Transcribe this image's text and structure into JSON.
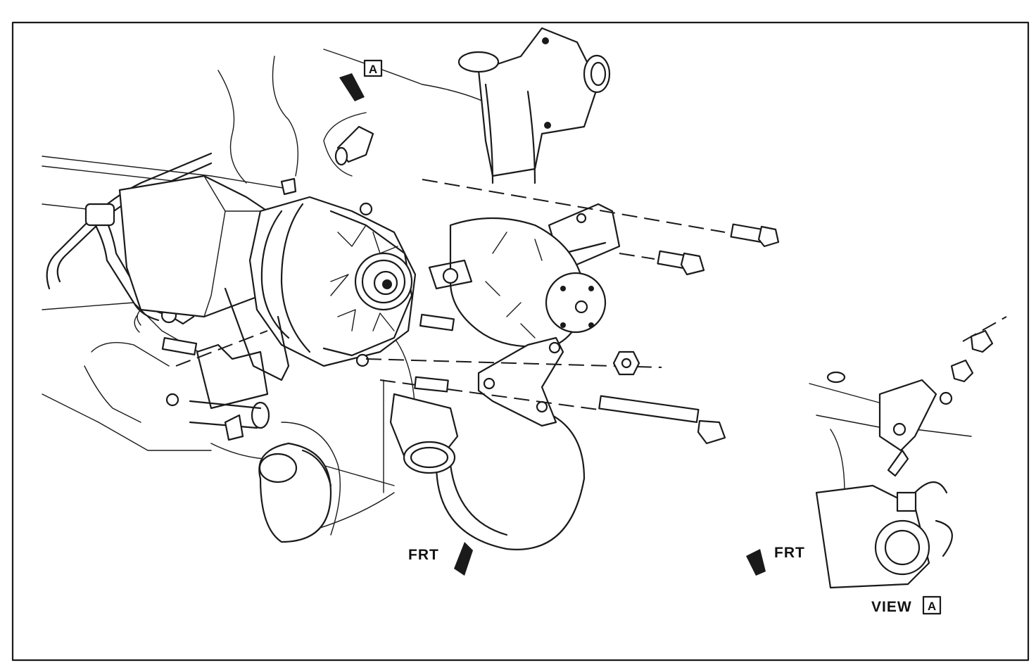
{
  "labels": {
    "view_a_callout": "A",
    "frt_main": "FRT",
    "frt_inset": "FRT",
    "inset_caption_text": "VIEW",
    "inset_caption_box": "A"
  }
}
